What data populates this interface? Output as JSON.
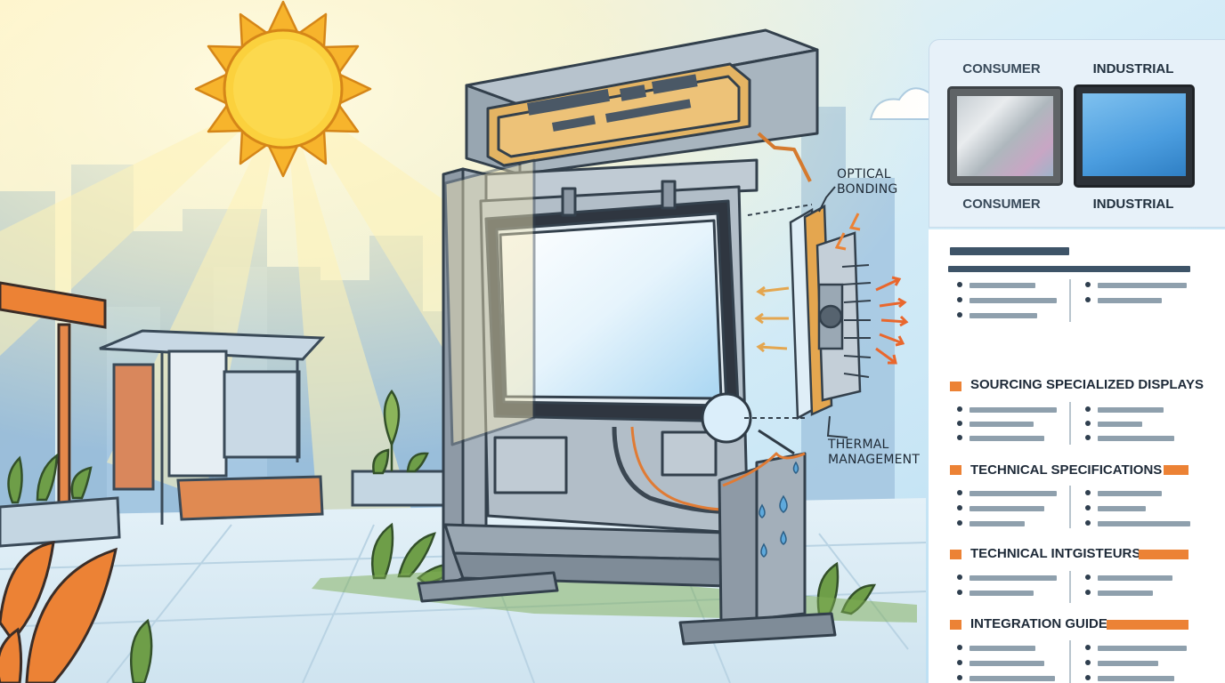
{
  "callouts": {
    "optical_bonding": [
      "OPTICAL",
      "BONDING"
    ],
    "thermal_management": [
      "THERMAL",
      "MANAGEMENT"
    ]
  },
  "comparison": {
    "top_left": "CONSUMER",
    "top_right": "INDUSTRIAL",
    "bottom_left": "CONSUMER",
    "bottom_right": "INDUSTRIAL"
  },
  "sections": [
    {
      "title": "SOURCING SPECIALIZED DISPLAYS"
    },
    {
      "title": "TECHNICAL SPECIFICATIONS"
    },
    {
      "title": "TECHNICAL INTGISTEURS"
    },
    {
      "title": "INTEGRATION GUIDE"
    }
  ],
  "colors": {
    "accent_orange": "#ec8235",
    "panel_text": "#1e2a38",
    "frame_gray": "#8e9aa6",
    "sky_blue": "#bfe3f5",
    "sun_yellow": "#f9c735"
  }
}
